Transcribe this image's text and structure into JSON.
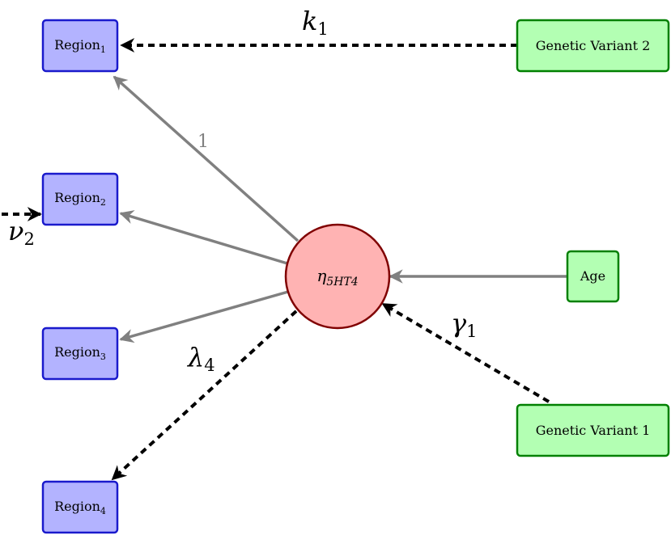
{
  "nodes": {
    "region1": {
      "name": "Region",
      "sub": "1"
    },
    "region2": {
      "name": "Region",
      "sub": "2"
    },
    "region3": {
      "name": "Region",
      "sub": "3"
    },
    "region4": {
      "name": "Region",
      "sub": "4"
    },
    "latent": {
      "symbol": "η",
      "sub": "5HT4"
    },
    "age": {
      "label": "Age"
    },
    "gv1": {
      "label": "Genetic Variant 1"
    },
    "gv2": {
      "label": "Genetic Variant 2"
    }
  },
  "edge_labels": {
    "k1": {
      "symbol": "k",
      "sub": "1"
    },
    "one": {
      "text": "1"
    },
    "nu2": {
      "symbol": "ν",
      "sub": "2"
    },
    "lambda4": {
      "symbol": "λ",
      "sub": "4"
    },
    "gamma1": {
      "symbol": "γ",
      "sub": "1"
    }
  },
  "colors": {
    "region_fill": "#b3b3ff",
    "region_stroke": "#1a1acc",
    "latent_fill": "#ffb3b3",
    "latent_stroke": "#800000",
    "covariate_fill": "#b3ffb3",
    "covariate_stroke": "#008000",
    "solid_edge": "#808080",
    "dashed_edge": "#000000"
  }
}
